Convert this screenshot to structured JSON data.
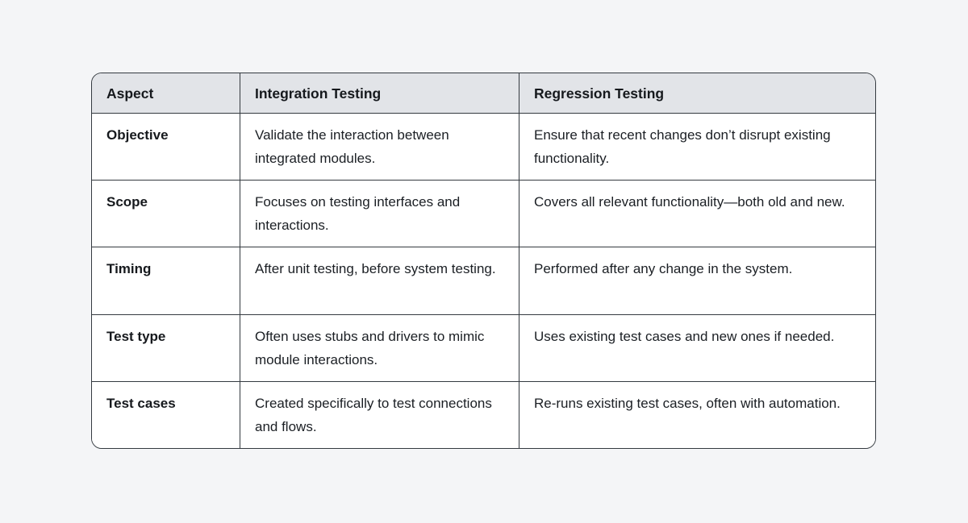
{
  "page": {
    "background_color": "#f4f5f7",
    "text_color": "#1b1f24",
    "border_color": "#343a40",
    "header_bg_color": "#e2e4e8"
  },
  "table": {
    "columns": [
      "Aspect",
      "Integration Testing",
      "Regression Testing"
    ],
    "rows": [
      {
        "aspect": "Objective",
        "integration": "Validate the interaction between integrated modules.",
        "regression": "Ensure that recent changes don’t disrupt existing functionality."
      },
      {
        "aspect": "Scope",
        "integration": "Focuses on testing interfaces and interactions.",
        "regression": "Covers all relevant functionality—both old and new."
      },
      {
        "aspect": "Timing",
        "integration": "After unit testing, before system testing.",
        "regression": "Performed after any change in the system."
      },
      {
        "aspect": "Test type",
        "integration": "Often uses stubs and drivers to mimic module interactions.",
        "regression": "Uses existing test cases and new ones if needed."
      },
      {
        "aspect": "Test cases",
        "integration": "Created specifically to test connections and flows.",
        "regression": "Re-runs existing test cases, often with automation."
      }
    ]
  }
}
